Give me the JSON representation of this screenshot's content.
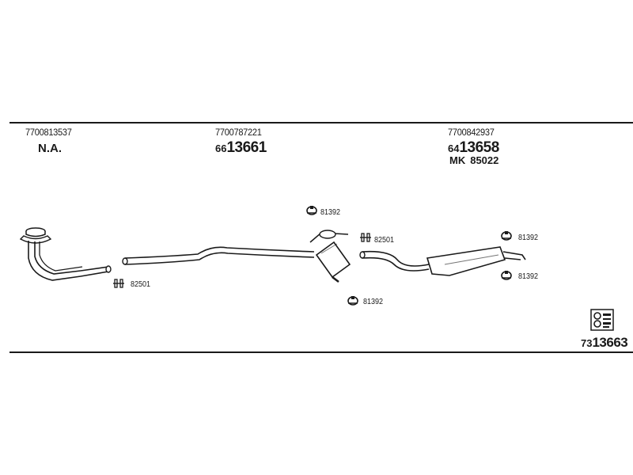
{
  "header": {
    "col1": {
      "oe_number": "7700813537",
      "status": "N.A."
    },
    "col2": {
      "oe_number": "7700787221",
      "part_prefix": "66",
      "part_number": "13661"
    },
    "col3": {
      "oe_number": "7700842937",
      "part_prefix": "64",
      "part_number": "13658",
      "mk_label": "MK",
      "mk_number": "85022"
    }
  },
  "clamps": {
    "c1": "81392",
    "c2": "82501",
    "c3": "81392",
    "c4": "81392",
    "c5": "82501",
    "c6": "81392"
  },
  "footer": {
    "part_prefix": "73",
    "part_number": "13663"
  },
  "icons": [
    "front-pipe-icon",
    "middle-pipe-icon",
    "middle-silencer-icon",
    "rear-silencer-icon",
    "clamp-icon",
    "mounting-kit-icon"
  ],
  "colors": {
    "ink": "#1a1a1a",
    "background": "#ffffff"
  }
}
